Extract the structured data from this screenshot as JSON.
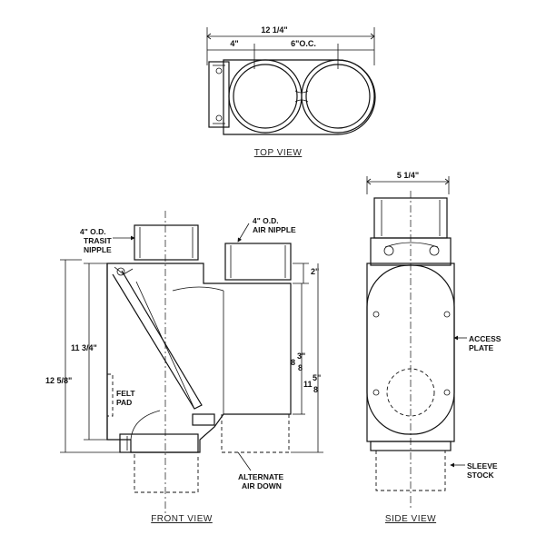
{
  "top_view": {
    "title": "TOP VIEW",
    "dim_overall": "12 1/4\"",
    "dim_left": "4\"",
    "dim_center": "6\"O.C."
  },
  "front_view": {
    "title": "FRONT VIEW",
    "label_trasit_1": "4\" O.D.",
    "label_trasit_2": "TRASIT",
    "label_trasit_3": "NIPPLE",
    "label_air_1": "4\" O.D.",
    "label_air_2": "AIR NIPPLE",
    "dim_2": "2\"",
    "dim_11_34": "11 3/4\"",
    "dim_12_58": "12 5/8\"",
    "dim_8_38_whole": "8",
    "dim_8_38_num": "3\"",
    "dim_8_38_den": "8",
    "dim_11_58_whole": "11",
    "dim_11_58_num": "5\"",
    "dim_11_58_den": "8",
    "label_felt_1": "FELT",
    "label_felt_2": "PAD",
    "label_alt_1": "ALTERNATE",
    "label_alt_2": "AIR DOWN"
  },
  "side_view": {
    "title": "SIDE VIEW",
    "dim_width": "5 1/4\"",
    "label_access_1": "ACCESS",
    "label_access_2": "PLATE",
    "label_sleeve_1": "SLEEVE",
    "label_sleeve_2": "STOCK"
  }
}
